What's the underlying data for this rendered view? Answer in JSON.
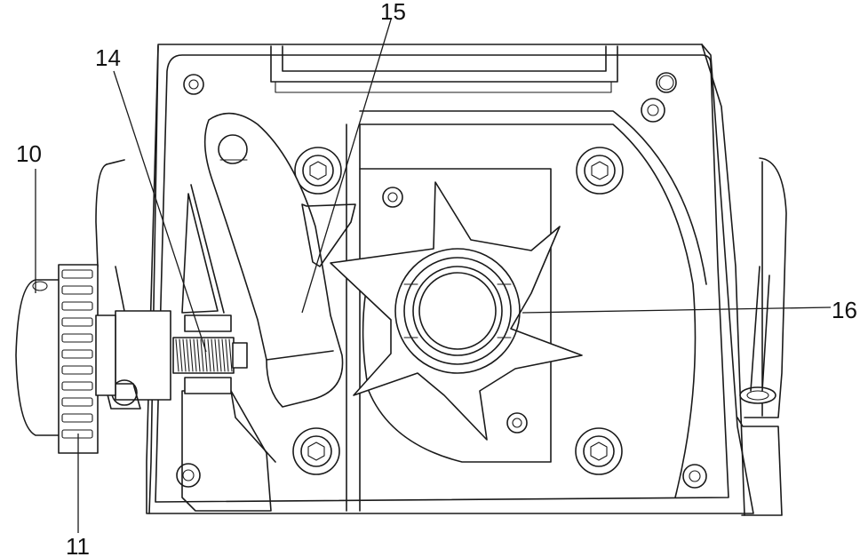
{
  "callouts": {
    "c10": "10",
    "c11": "11",
    "c14": "14",
    "c15": "15",
    "c16": "16"
  }
}
